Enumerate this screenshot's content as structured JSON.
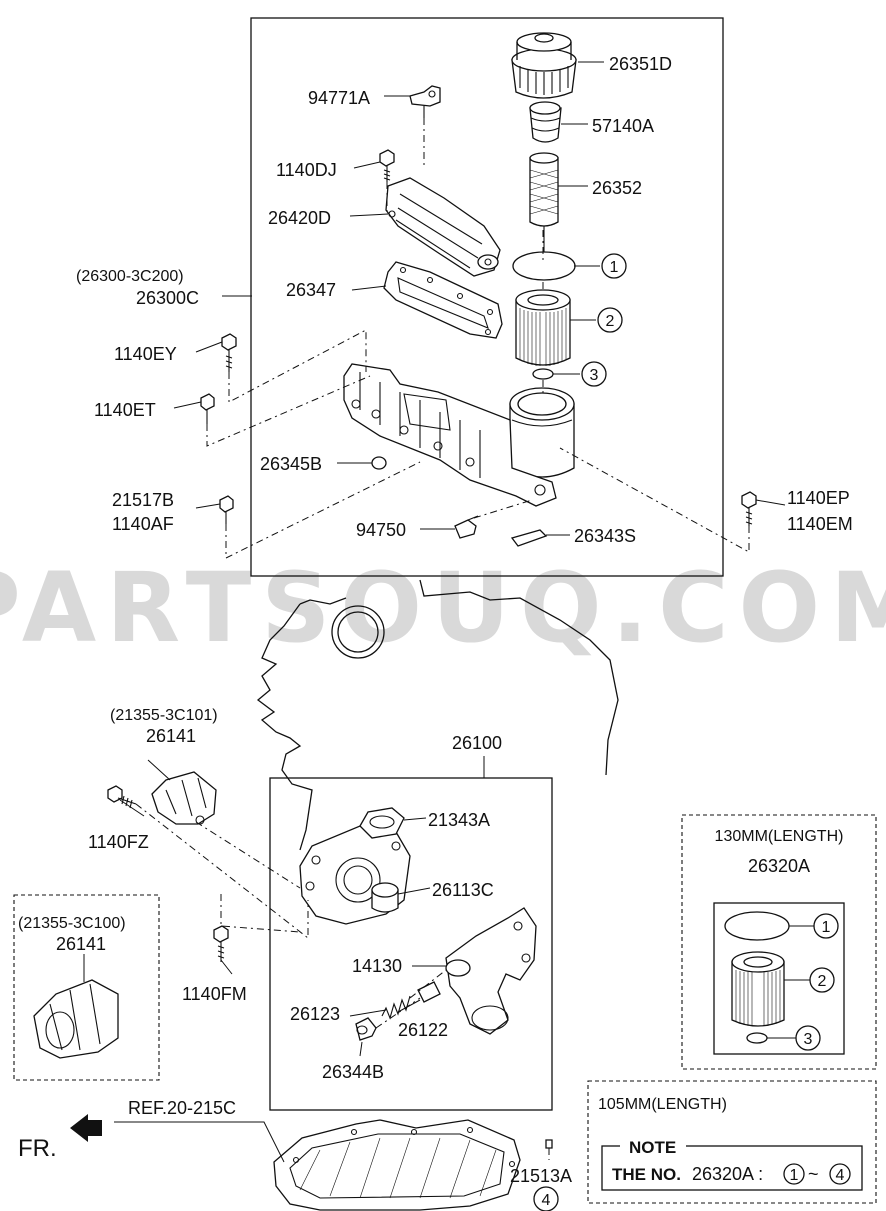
{
  "watermark": "PARTSOUQ.COM",
  "direction": {
    "label": "FR."
  },
  "reference": {
    "label": "REF.20-215C"
  },
  "callouts": [
    {
      "id": "c-26351D",
      "text": "26351D"
    },
    {
      "id": "c-57140A",
      "text": "57140A"
    },
    {
      "id": "c-26352",
      "text": "26352"
    },
    {
      "id": "c-94771A",
      "text": "94771A"
    },
    {
      "id": "c-1140DJ",
      "text": "1140DJ"
    },
    {
      "id": "c-26420D",
      "text": "26420D"
    },
    {
      "id": "c-26300-alt",
      "text": "(26300-3C200)"
    },
    {
      "id": "c-26300C",
      "text": "26300C"
    },
    {
      "id": "c-26347",
      "text": "26347"
    },
    {
      "id": "c-1140EY",
      "text": "1140EY"
    },
    {
      "id": "c-1140ET",
      "text": "1140ET"
    },
    {
      "id": "c-26345B",
      "text": "26345B"
    },
    {
      "id": "c-21517B",
      "text": "21517B"
    },
    {
      "id": "c-1140AF",
      "text": "1140AF"
    },
    {
      "id": "c-94750",
      "text": "94750"
    },
    {
      "id": "c-26343S",
      "text": "26343S"
    },
    {
      "id": "c-1140EP",
      "text": "1140EP"
    },
    {
      "id": "c-1140EM",
      "text": "1140EM"
    },
    {
      "id": "c-21355-alt1",
      "text": "(21355-3C101)"
    },
    {
      "id": "c-26141a",
      "text": "26141"
    },
    {
      "id": "c-26100",
      "text": "26100"
    },
    {
      "id": "c-21343A",
      "text": "21343A"
    },
    {
      "id": "c-1140FZ",
      "text": "1140FZ"
    },
    {
      "id": "c-26113C",
      "text": "26113C"
    },
    {
      "id": "c-21355-alt2",
      "text": "(21355-3C100)"
    },
    {
      "id": "c-26141b",
      "text": "26141"
    },
    {
      "id": "c-14130",
      "text": "14130"
    },
    {
      "id": "c-1140FM",
      "text": "1140FM"
    },
    {
      "id": "c-26123",
      "text": "26123"
    },
    {
      "id": "c-26122",
      "text": "26122"
    },
    {
      "id": "c-26344B",
      "text": "26344B"
    },
    {
      "id": "c-21513A",
      "text": "21513A"
    }
  ],
  "numbered_markers": [
    "1",
    "2",
    "3",
    "4"
  ],
  "kit_130": {
    "length_label": "130MM(LENGTH)",
    "part": "26320A",
    "markers": [
      "1",
      "2",
      "3"
    ]
  },
  "kit_105": {
    "length_label": "105MM(LENGTH)",
    "note_title": "NOTE",
    "note_prefix": "THE NO.",
    "note_part": "26320A :",
    "note_from": "1",
    "note_sep": "~",
    "note_to": "4"
  }
}
